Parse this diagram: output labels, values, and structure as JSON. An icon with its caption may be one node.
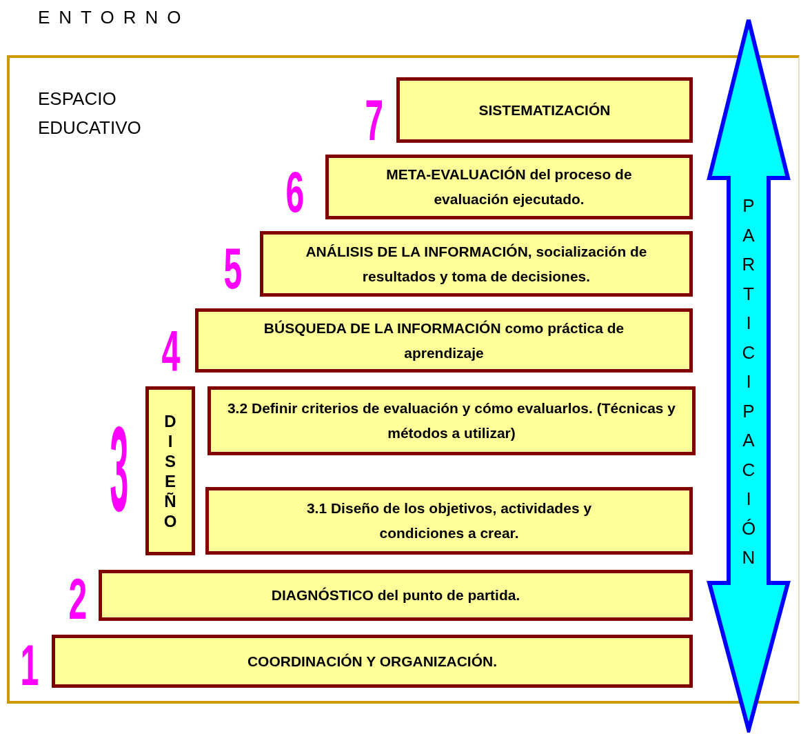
{
  "diagram": {
    "title": "ENTORNO",
    "nodes": [
      {
        "text": [
          "ESPACIO EDUCATIVO"
        ]
      },
      {
        "text": [
          "SISTEMATIZACIÓN"
        ],
        "in": 0,
        "beside": [
          "7"
        ]
      },
      {
        "text": [
          "META-EVALUACIÓN del proceso de evaluación ejecutado."
        ],
        "in": 0,
        "beside": [
          "6"
        ]
      },
      {
        "text": [
          "ANÁLISIS DE LA INFORMACIÓN,  socialización de resultados y toma de decisiones."
        ],
        "in": 0,
        "beside": [
          "5"
        ]
      },
      {
        "text": [
          "BÚSQUEDA DE LA INFORMACIÓN como práctica de aprendizaje"
        ],
        "in": 0,
        "beside": [
          "4"
        ]
      },
      {
        "text": [
          "DISEÑO"
        ],
        "in": 0,
        "beside": [
          "3"
        ]
      },
      {
        "text": [
          "3.2 Definir criterios de evaluación y cómo evaluarlos. (Técnicas y métodos a utilizar)"
        ],
        "in": 0
      },
      {
        "text": [
          "3.1 Diseño de los objetivos, actividades y condiciones a crear."
        ],
        "in": 0
      },
      {
        "text": [
          "DIAGNÓSTICO del punto de partida."
        ],
        "in": 0,
        "beside": [
          "2"
        ]
      },
      {
        "text": [
          "COORDINACIÓN Y ORGANIZACIÓN."
        ],
        "in": 0,
        "beside": [
          "1"
        ]
      },
      {
        "text": [
          "PARTICIPACIÓN"
        ]
      }
    ]
  }
}
